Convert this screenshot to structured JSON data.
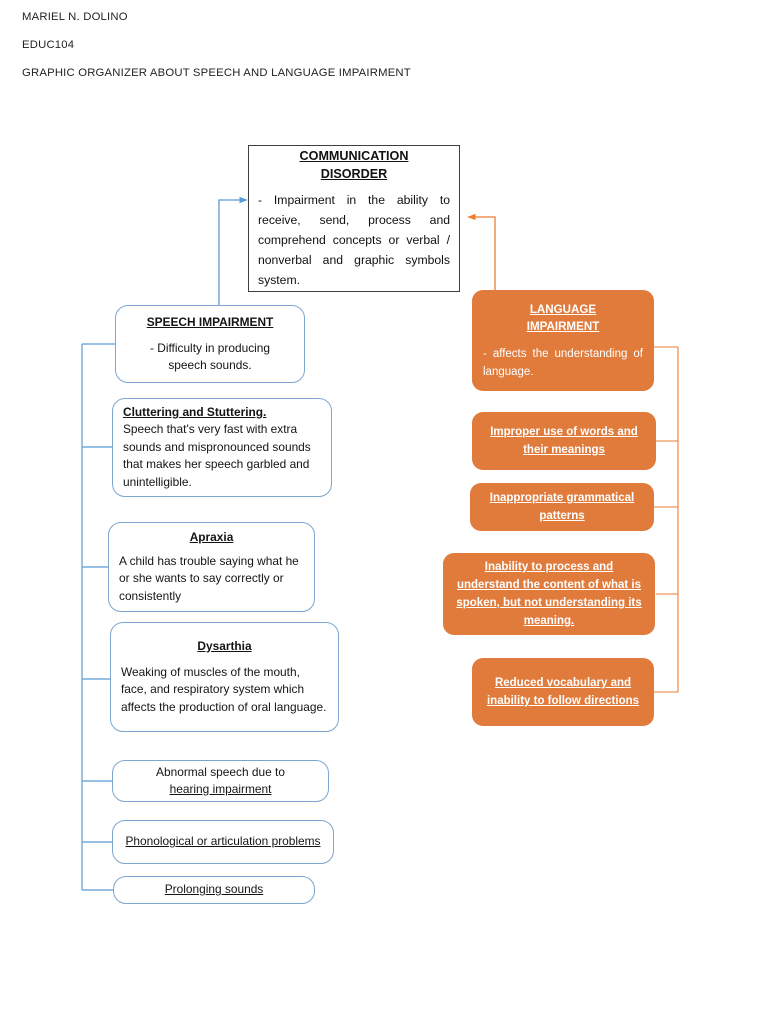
{
  "header": {
    "lines": [
      "MARIEL N. DOLINO",
      "EDUC104",
      "GRAPHIC ORGANIZER ABOUT SPEECH AND LANGUAGE IMPAIRMENT"
    ]
  },
  "colors": {
    "orange_fill": "#e07b3c",
    "blue_border": "#7da7cf",
    "blue_connector": "#5b9bd5",
    "orange_connector": "#ed7d31",
    "center_border": "#3f3f3f",
    "text_dark": "#111111",
    "text_light": "#ffffff"
  },
  "center": {
    "title_line1": "COMMUNICATION",
    "title_line2": "DISORDER",
    "body": "- Impairment in the ability to receive, send, process and comprehend concepts or verbal / nonverbal and graphic symbols system."
  },
  "speech_branch": {
    "root": {
      "title": "SPEECH IMPAIRMENT",
      "body_line1": "- Difficulty in producing",
      "body_line2": "speech sounds."
    },
    "items": [
      {
        "title": "Cluttering and Stuttering.",
        "body": "Speech that's very fast with extra sounds and mispronounced sounds that makes her speech garbled and unintelligible."
      },
      {
        "title": "Apraxia",
        "body": "A child has trouble saying what he or she wants to say correctly or consistently"
      },
      {
        "title": "Dysarthia",
        "body": " Weaking of muscles of the mouth, face, and respiratory system which affects the production of oral language."
      },
      {
        "plain": "Abnormal speech due to",
        "underlined": "hearing impairment"
      },
      {
        "underlined": "Phonological or articulation problems"
      },
      {
        "underlined": "Prolonging sounds"
      }
    ]
  },
  "language_branch": {
    "root": {
      "title_line1": "LANGUAGE",
      "title_line2": "IMPAIRMENT",
      "body": "-         affects        the understanding        of language."
    },
    "items": [
      {
        "underlined": "Improper use of words and their meanings"
      },
      {
        "underlined": "Inappropriate grammatical patterns"
      },
      {
        "underlined": "Inability to process and understand the content of what is spoken, but not understanding its meaning."
      },
      {
        "underlined": " Reduced vocabulary and inability to follow directions"
      }
    ]
  }
}
